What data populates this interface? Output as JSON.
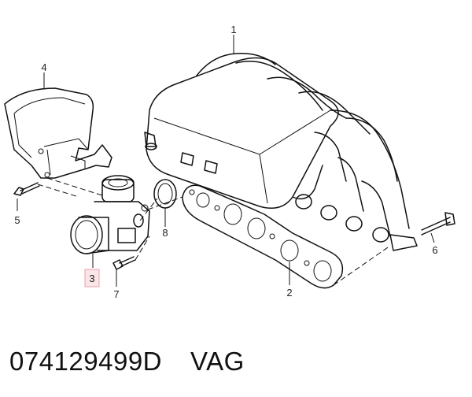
{
  "callouts": {
    "c1": "1",
    "c2": "2",
    "c3": "3",
    "c4": "4",
    "c5": "5",
    "c6": "6",
    "c7": "7",
    "c8": "8"
  },
  "caption": {
    "part_number": "074129499D",
    "brand": "VAG"
  },
  "colors": {
    "highlight_fill": "#f9e4e7",
    "highlight_border": "#e8a0ab",
    "line": "#111111"
  }
}
